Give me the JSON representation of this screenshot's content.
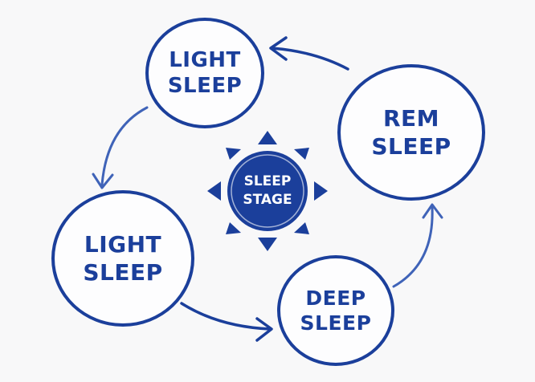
{
  "diagram": {
    "center": {
      "line1": "SLEEP",
      "line2": "STAGE"
    },
    "nodes": {
      "light_sleep_top": {
        "line1": "LIGHT",
        "line2": "SLEEP"
      },
      "rem_sleep": {
        "line1": "REM",
        "line2": "SLEEP"
      },
      "light_sleep_bottom": {
        "line1": "LIGHT",
        "line2": "SLEEP"
      },
      "deep_sleep": {
        "line1": "DEEP",
        "line2": "SLEEP"
      }
    },
    "colors": {
      "primary": "#1b3f9b",
      "arrow_light": "#3f63b8",
      "background": "#f8f8f9"
    },
    "icon": "sun-icon"
  }
}
